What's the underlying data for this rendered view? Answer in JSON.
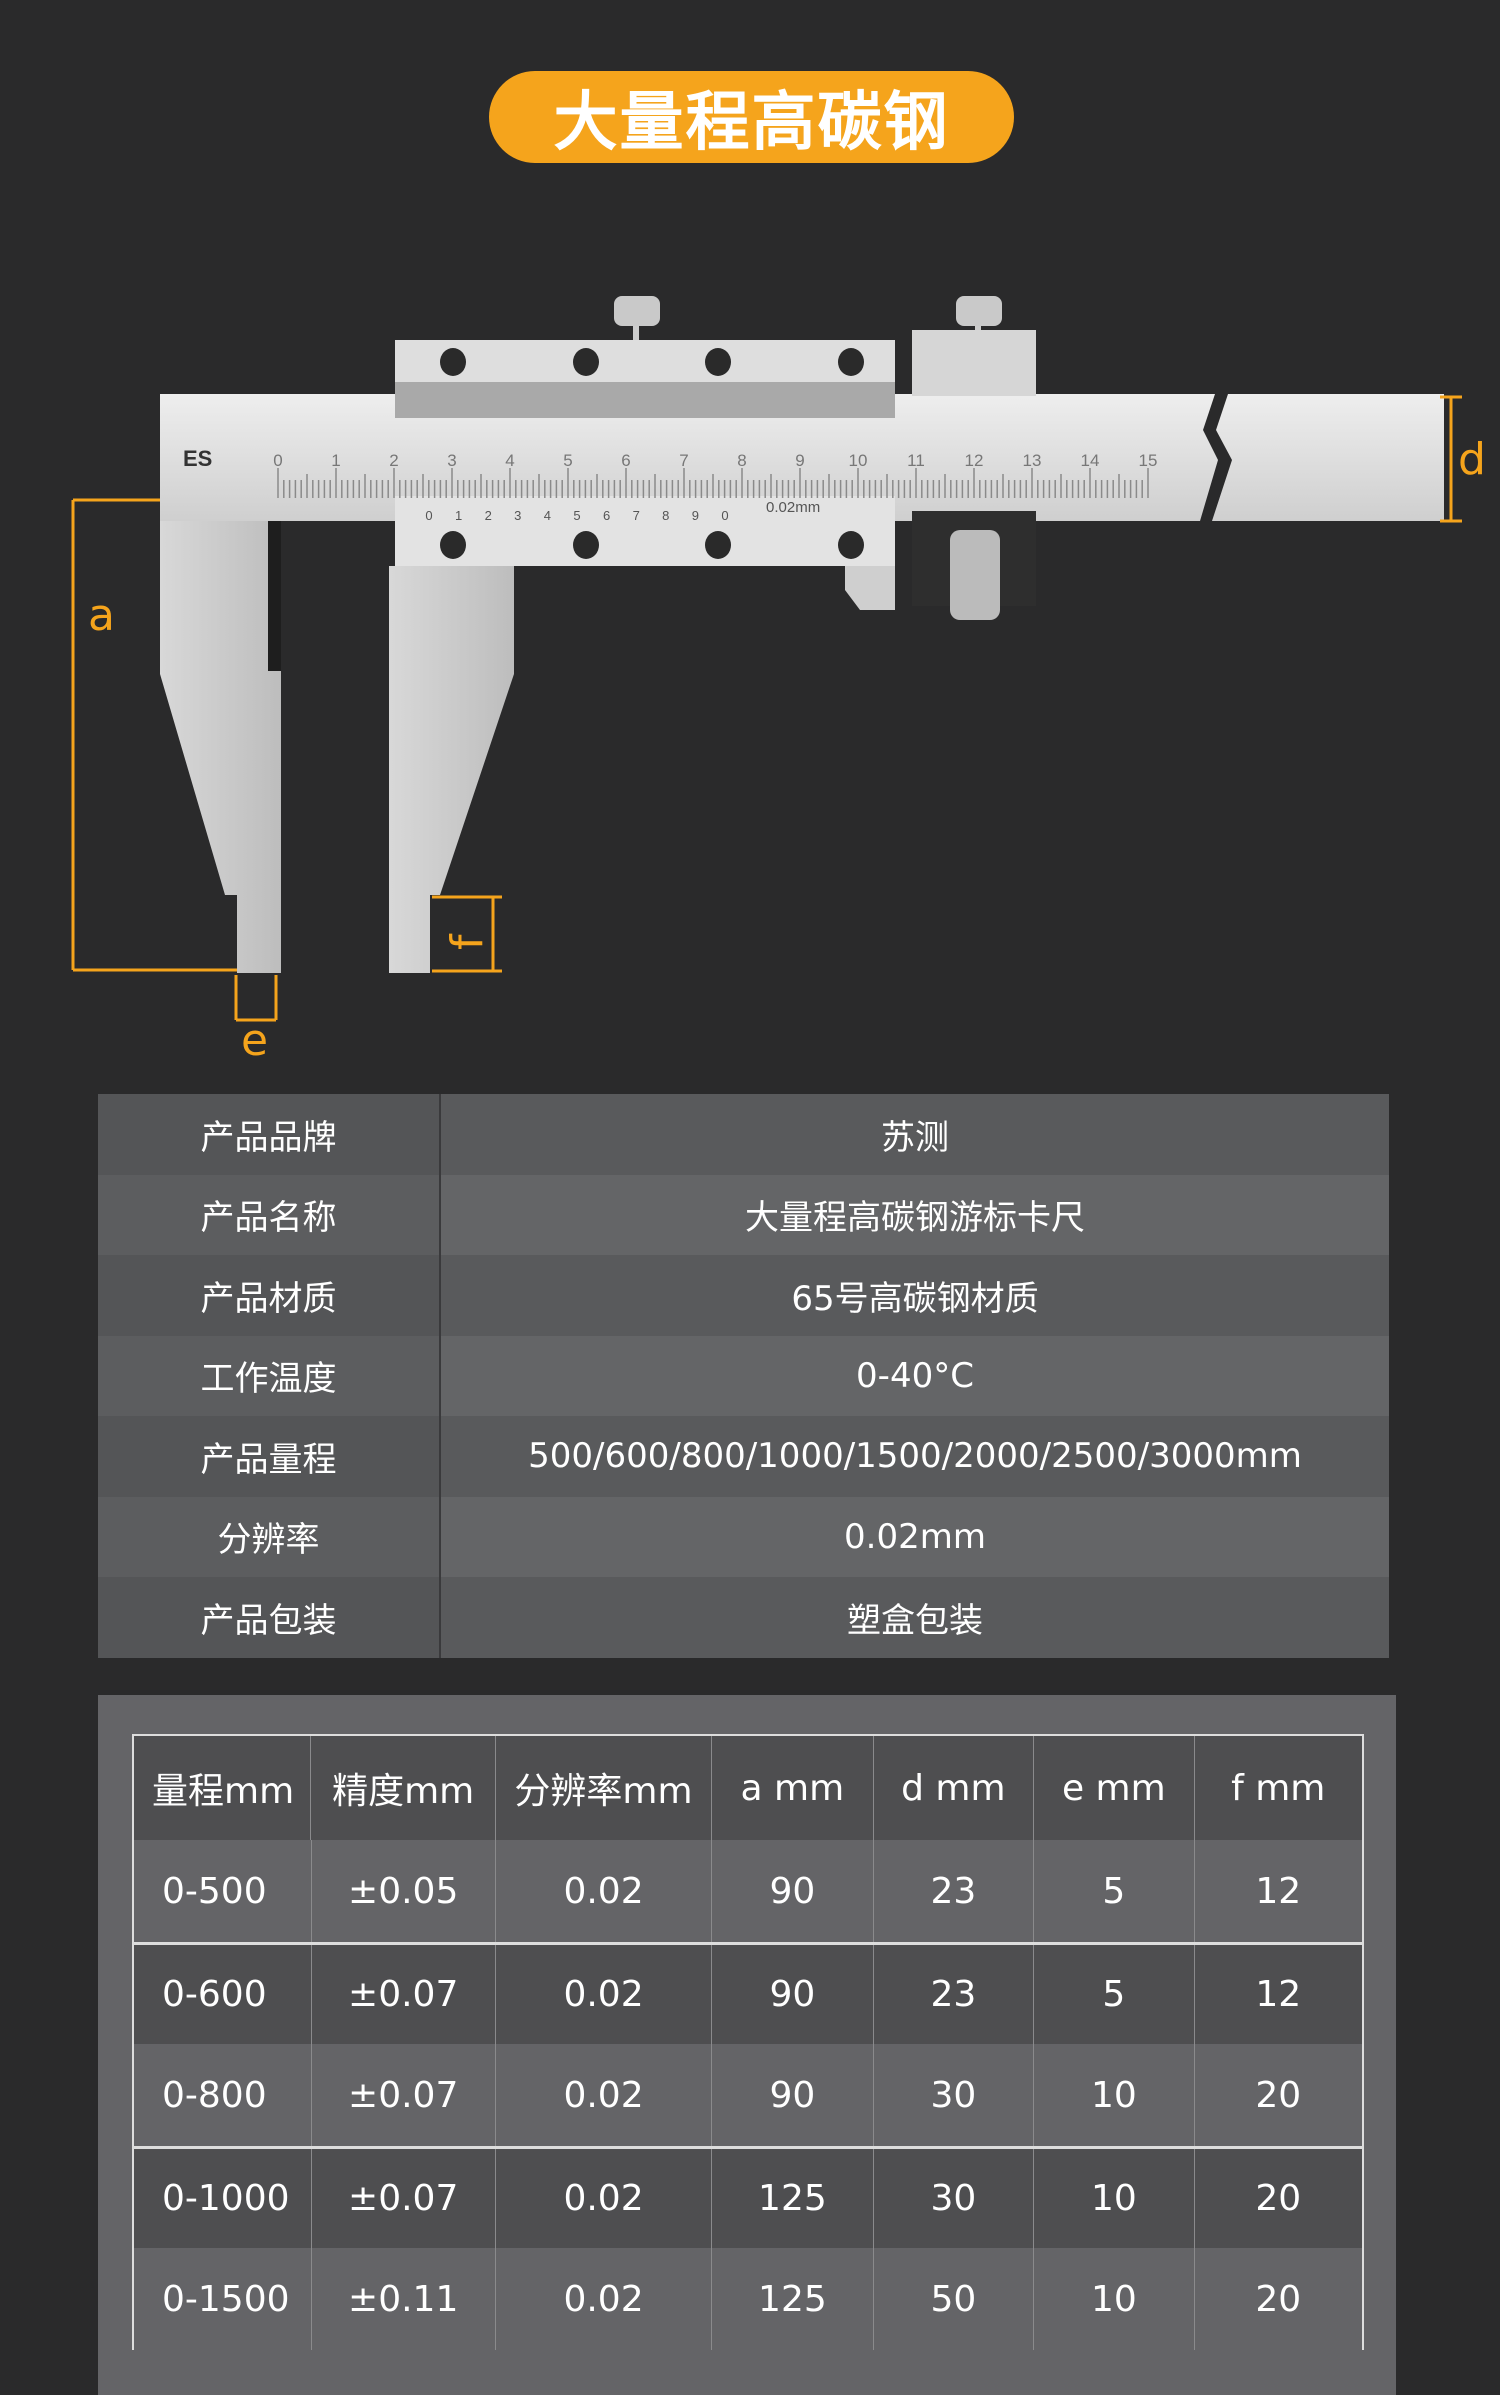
{
  "title": "大量程高碳钢",
  "caliper": {
    "logo": "ES",
    "main_scale": [
      "0",
      "1",
      "2",
      "3",
      "4",
      "5",
      "6",
      "7",
      "8",
      "9",
      "10",
      "11",
      "12",
      "13",
      "14",
      "15"
    ],
    "vernier_scale": [
      "0",
      "1",
      "2",
      "3",
      "4",
      "5",
      "6",
      "7",
      "8",
      "9",
      "0"
    ],
    "resolution_mark": "0.02mm",
    "dims": {
      "a": "a",
      "d": "d",
      "e": "e",
      "f": "f"
    },
    "accent": "#f5a41c"
  },
  "spec_table": [
    {
      "key": "产品品牌",
      "value": "苏测"
    },
    {
      "key": "产品名称",
      "value": "大量程高碳钢游标卡尺"
    },
    {
      "key": "产品材质",
      "value": "65号高碳钢材质"
    },
    {
      "key": "工作温度",
      "value": "0-40°C"
    },
    {
      "key": "产品量程",
      "value": "500/600/800/1000/1500/2000/2500/3000mm"
    },
    {
      "key": "分辨率",
      "value": "0.02mm"
    },
    {
      "key": "产品包装",
      "value": "塑盒包装"
    }
  ],
  "size_table": {
    "headers": [
      "量程mm",
      "精度mm",
      "分辨率mm",
      "a mm",
      "d mm",
      "e mm",
      "f mm"
    ],
    "rows": [
      [
        "0-500",
        "±0.05",
        "0.02",
        "90",
        "23",
        "5",
        "12"
      ],
      [
        "0-600",
        "±0.07",
        "0.02",
        "90",
        "23",
        "5",
        "12"
      ],
      [
        "0-800",
        "±0.07",
        "0.02",
        "90",
        "30",
        "10",
        "20"
      ],
      [
        "0-1000",
        "±0.07",
        "0.02",
        "125",
        "30",
        "10",
        "20"
      ],
      [
        "0-1500",
        "±0.11",
        "0.02",
        "125",
        "50",
        "10",
        "20"
      ]
    ]
  }
}
